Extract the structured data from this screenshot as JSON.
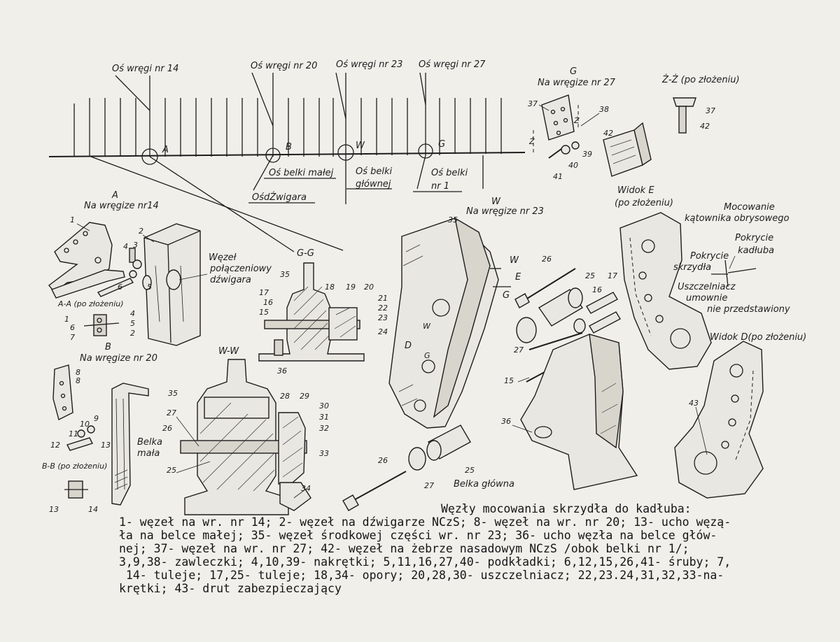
{
  "labels": {
    "os_wregi_14": "Oś wręgi nr 14",
    "os_wregi_20": "Oś wręgi nr 20",
    "os_wregi_23": "Oś wręgi nr 23",
    "os_wregi_27": "Oś wręgi nr 27",
    "os_belki_malej": "Oś belki małej",
    "os_belki_glownej_1": "Oś belki",
    "os_belki_glownej_2": "głównej",
    "os_belki_nr1_1": "Oś belki",
    "os_belki_nr1_2": "nr 1",
    "os_dzwigara": "OśdŹwigara",
    "circle_A": "A",
    "circle_B": "B",
    "circle_W": "W",
    "circle_G": "G",
    "view_A_title": "A",
    "view_A_sub": "Na wręgize nr14",
    "view_AA": "A-A (po złożeniu)",
    "view_B_title": "B",
    "view_B_sub": "Na wręgize nr 20",
    "view_BB": "B-B (po złożeniu)",
    "wezel_1": "Węzeł",
    "wezel_2": "połączeniowy",
    "wezel_3": "dźwigara",
    "belka_mala_1": "Belka",
    "belka_mala_2": "mała",
    "section_GG": "G-G",
    "section_WW": "W-W",
    "view_W_title": "W",
    "view_W_sub": "Na wręgize nr 23",
    "view_G_title": "G",
    "view_G_sub": "Na wręgize nr 27",
    "view_ZZ": "Ż-Ż (po złożeniu)",
    "widok_E_1": "Widok E",
    "widok_E_2": "(po złożeniu)",
    "mocowanie_1": "Mocowanie",
    "mocowanie_2": "kątownika obrysowego",
    "pokrycie_kadluba_1": "Pokrycie",
    "pokrycie_kadluba_2": "kadłuba",
    "pokrycie_skrzydla_1": "Pokrycie",
    "pokrycie_skrzydla_2": "skrzydła",
    "uszczelniacz_1": "Uszczelniacz",
    "uszczelniacz_2": "umownie",
    "uszczelniacz_3": "nie przedstawiony",
    "widok_D": "Widok D(po złożeniu)",
    "belka_glowna": "Belka główna",
    "letter_W": "W",
    "letter_E": "E",
    "letter_G": "G",
    "letter_D": "D",
    "letter_Z": "Ż"
  },
  "part_numbers": {
    "p1": "1",
    "p2": "2",
    "p3": "3",
    "p4": "4",
    "p5": "5",
    "p6": "6",
    "p7": "7",
    "p8": "8",
    "p9": "9",
    "p10": "10",
    "p11": "11",
    "p12": "12",
    "p13": "13",
    "p14": "14",
    "p15": "15",
    "p16": "16",
    "p17": "17",
    "p18": "18",
    "p19": "19",
    "p20": "20",
    "p21": "21",
    "p22": "22",
    "p23": "23",
    "p24": "24",
    "p25": "25",
    "p26": "26",
    "p27": "27",
    "p28": "28",
    "p29": "29",
    "p30": "30",
    "p31": "31",
    "p32": "32",
    "p33": "33",
    "p34": "34",
    "p35": "35",
    "p36": "36",
    "p37": "37",
    "p38": "38",
    "p39": "39",
    "p40": "40",
    "p41": "41",
    "p42": "42",
    "p43": "43"
  },
  "caption": {
    "title": "Węzły mocowania skrzydła do kadłuba:",
    "line1": "1- węzeł na wr. nr 14; 2- węzeł na dźwigarze NCzS; 8- węzeł na wr. nr 20; 13- ucho węzą-",
    "line2": "ła na belce małej; 35- węzeł środkowej części wr. nr 23; 36- ucho węzła na belce głów-",
    "line3": "nej; 37- węzeł na wr. nr 27; 42- węzeł na żebrze nasadowym NCzS /obok belki nr 1/;",
    "line4": "3,9,38- zawleczki; 4,10,39- nakrętki; 5,11,16,27,40- podkładki; 6,12,15,26,41- śruby; 7,",
    "line5": " 14- tuleje; 17,25- tuleje; 18,34- opory; 20,28,30- uszczelniacz; 22,23.24,31,32,33-na-",
    "line6": "krętki; 43- drut zabezpieczający"
  }
}
